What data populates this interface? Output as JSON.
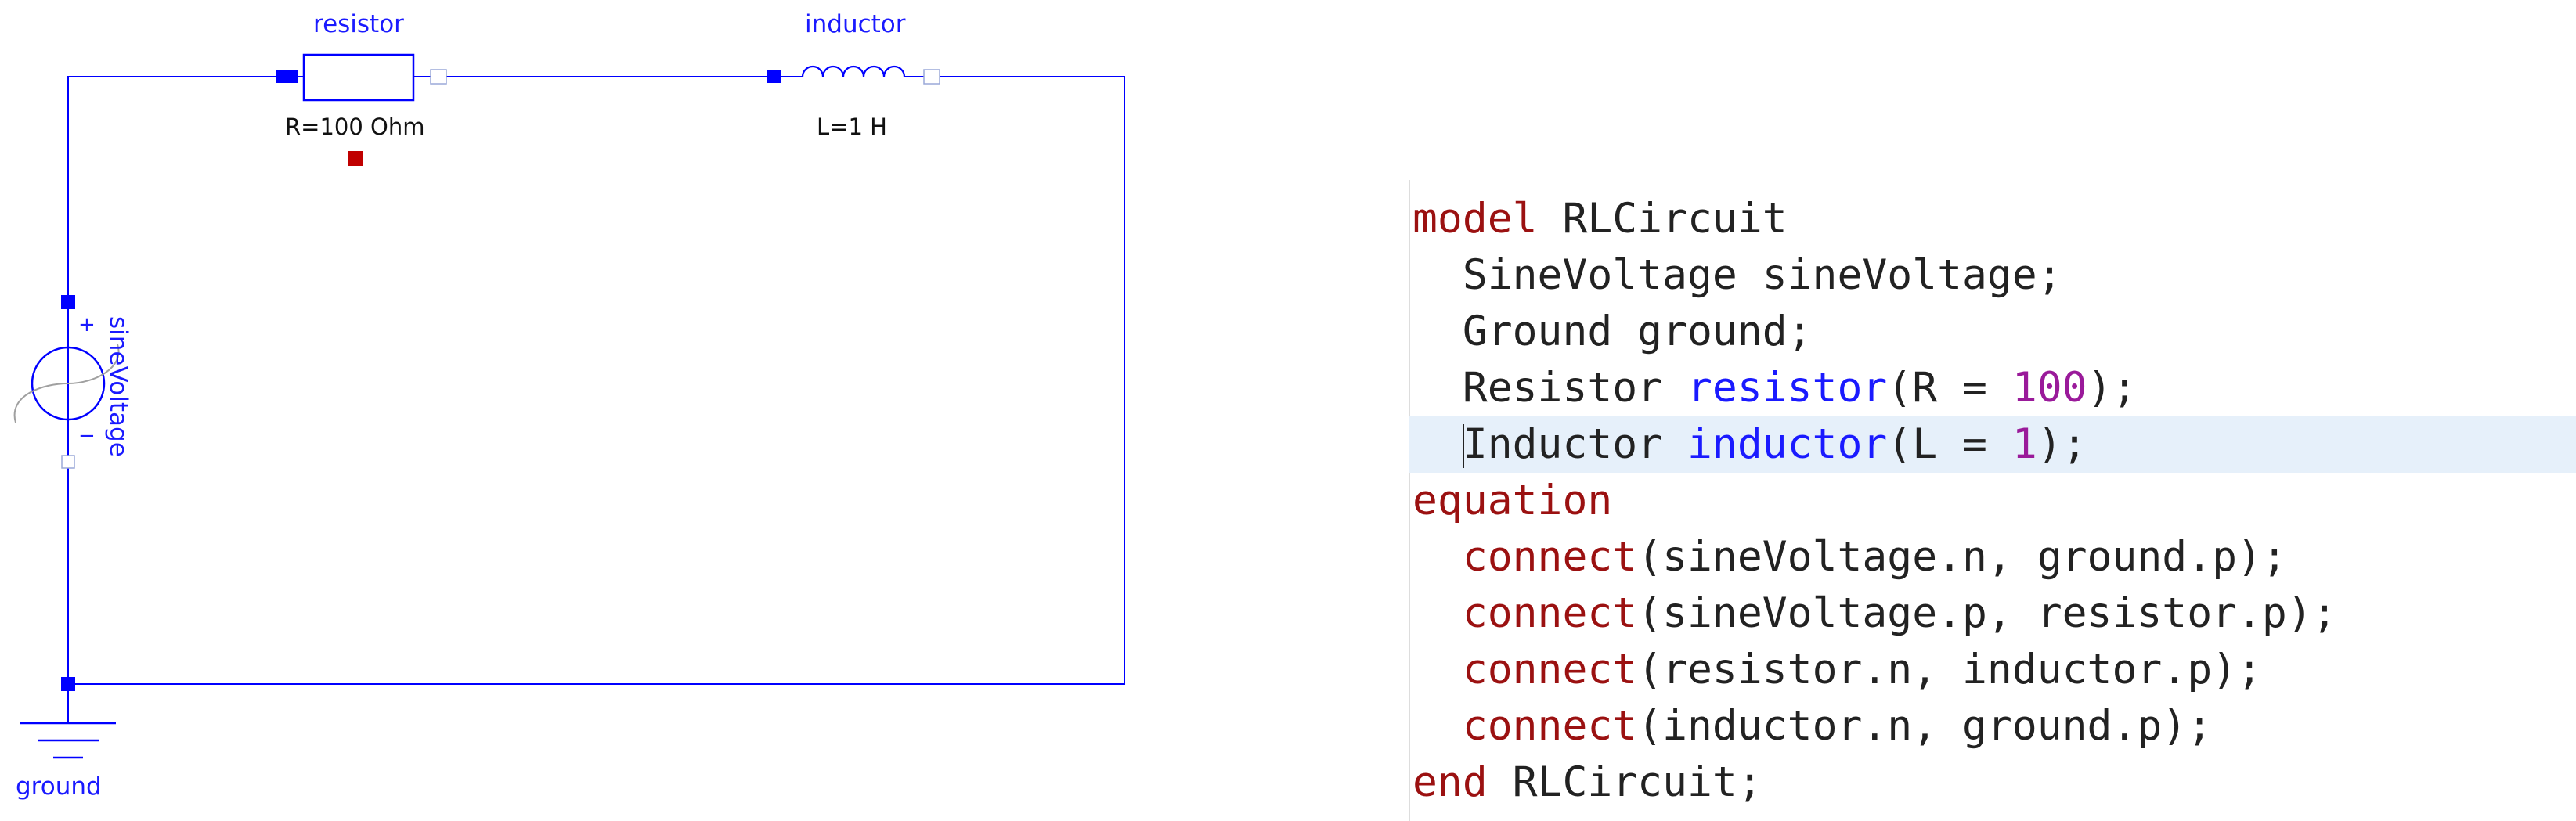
{
  "diagram": {
    "labels": {
      "resistor_name": "resistor",
      "resistor_param": "R=100 Ohm",
      "inductor_name": "inductor",
      "inductor_param": "L=1 H",
      "source_name": "sineVoltage",
      "source_plus": "+",
      "source_minus": "−",
      "ground_name": "ground"
    },
    "colors": {
      "wire": "#0000ff",
      "component": "#0000ff",
      "port_filled": "#0000ff",
      "port_marker": "#c00000",
      "label": "#1a1aff",
      "sine_wave": "#a0a0a0"
    }
  },
  "code": {
    "lines": [
      [
        {
          "t": "model",
          "c": "kw"
        },
        {
          "t": " RLCircuit",
          "c": "plain"
        }
      ],
      [
        {
          "t": "  SineVoltage sineVoltage;",
          "c": "plain"
        }
      ],
      [
        {
          "t": "  Ground ground;",
          "c": "plain"
        }
      ],
      [
        {
          "t": "  Resistor ",
          "c": "plain"
        },
        {
          "t": "resistor",
          "c": "id"
        },
        {
          "t": "(R = ",
          "c": "plain"
        },
        {
          "t": "100",
          "c": "num"
        },
        {
          "t": ");",
          "c": "plain"
        }
      ],
      [
        {
          "t": "  ",
          "c": "plain"
        },
        {
          "t": "",
          "c": "caret"
        },
        {
          "t": "Inductor ",
          "c": "plain"
        },
        {
          "t": "inductor",
          "c": "id"
        },
        {
          "t": "(L = ",
          "c": "plain"
        },
        {
          "t": "1",
          "c": "num"
        },
        {
          "t": ");",
          "c": "plain"
        }
      ],
      [
        {
          "t": "equation",
          "c": "kw"
        }
      ],
      [
        {
          "t": "  ",
          "c": "plain"
        },
        {
          "t": "connect",
          "c": "kw"
        },
        {
          "t": "(sineVoltage.n, ground.p);",
          "c": "plain"
        }
      ],
      [
        {
          "t": "  ",
          "c": "plain"
        },
        {
          "t": "connect",
          "c": "kw"
        },
        {
          "t": "(sineVoltage.p, resistor.p);",
          "c": "plain"
        }
      ],
      [
        {
          "t": "  ",
          "c": "plain"
        },
        {
          "t": "connect",
          "c": "kw"
        },
        {
          "t": "(resistor.n, inductor.p);",
          "c": "plain"
        }
      ],
      [
        {
          "t": "  ",
          "c": "plain"
        },
        {
          "t": "connect",
          "c": "kw"
        },
        {
          "t": "(inductor.n, ground.p);",
          "c": "plain"
        }
      ],
      [
        {
          "t": "end",
          "c": "kw"
        },
        {
          "t": " RLCircuit;",
          "c": "plain"
        }
      ]
    ],
    "highlighted_line": 4
  }
}
